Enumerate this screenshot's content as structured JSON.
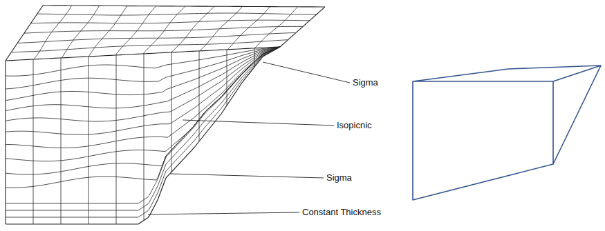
{
  "diagram": {
    "labels": [
      "Sigma",
      "Isopicnic",
      "Sigma",
      "Constant Thickness"
    ]
  }
}
